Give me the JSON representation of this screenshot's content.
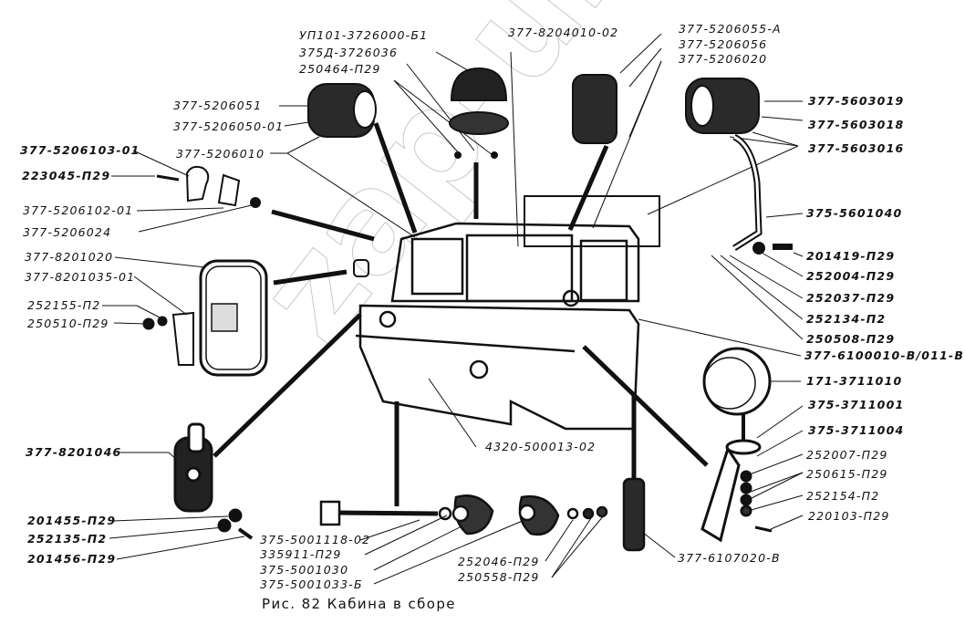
{
  "figure": {
    "caption": "Рис. 82 Кабина в сборе",
    "watermark": "zap-ural"
  },
  "colors": {
    "ink": "#111111",
    "paper": "#ffffff",
    "watermark": "#9a9a9a"
  },
  "labels": {
    "top": [
      "УП101-3726000-Б1",
      "375Д-3726036",
      "250464-П29",
      "377-8204010-02",
      "377-5206055-А",
      "377-5206056",
      "377-5206020"
    ],
    "left": [
      "377-5206051",
      "377-5206050-01",
      "377-5206010",
      "377-5206103-01",
      "223045-П29",
      "377-5206102-01",
      "377-5206024",
      "377-8201020",
      "377-8201035-01",
      "252155-П2",
      "250510-П29",
      "377-8201046",
      "201455-П29",
      "252135-П2",
      "201456-П29"
    ],
    "right": [
      "377-5603019",
      "377-5603018",
      "377-5603016",
      "375-5601040",
      "201419-П29",
      "252004-П29",
      "252037-П29",
      "252134-П2",
      "250508-П29",
      "377-6100010-В/011-В",
      "171-3711010",
      "375-3711001",
      "375-3711004",
      "252007-П29",
      "250615-П29",
      "252154-П2",
      "220103-П29"
    ],
    "bottom": [
      "4320-500013-02",
      "375-5001118-02",
      "335911-П29",
      "375-5001030",
      "375-5001033-Б",
      "252046-П29",
      "250558-П29",
      "377-6107020-В"
    ]
  }
}
